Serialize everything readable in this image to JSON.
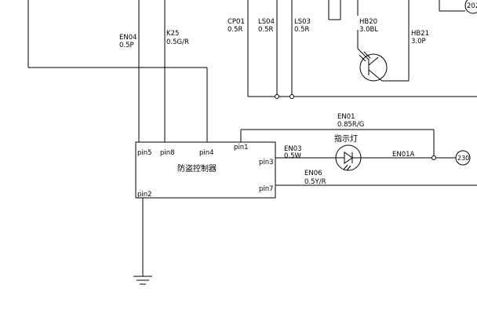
{
  "wires": {
    "en04": {
      "code": "EN04",
      "spec": "0.5P"
    },
    "k25": {
      "code": "K25",
      "spec": "0.5G/R"
    },
    "cp01": {
      "code": "CP01",
      "spec": "0.5R"
    },
    "ls04": {
      "code": "LS04",
      "spec": "0.5R"
    },
    "ls03": {
      "code": "LS03",
      "spec": "0.5R"
    },
    "hb20": {
      "code": "HB20",
      "spec": "3.0BL"
    },
    "hb21": {
      "code": "HB21",
      "spec": "3.0P"
    },
    "en01": {
      "code": "EN01",
      "spec": "0.85R/G"
    },
    "en03": {
      "code": "EN03",
      "spec": "0.5W"
    },
    "en01a": {
      "code": "EN01A"
    },
    "en06": {
      "code": "EN06",
      "spec": "0.5Y/R"
    }
  },
  "controller": {
    "name": "防盗控制器",
    "pins": {
      "pin5": "pin5",
      "pin8": "pin8",
      "pin4": "pin4",
      "pin1": "pin1",
      "pin3": "pin3",
      "pin7": "pin7",
      "pin2": "pin2"
    }
  },
  "indicator": {
    "name": "指示灯"
  },
  "connectors": {
    "c230": "230",
    "c202": "202"
  }
}
